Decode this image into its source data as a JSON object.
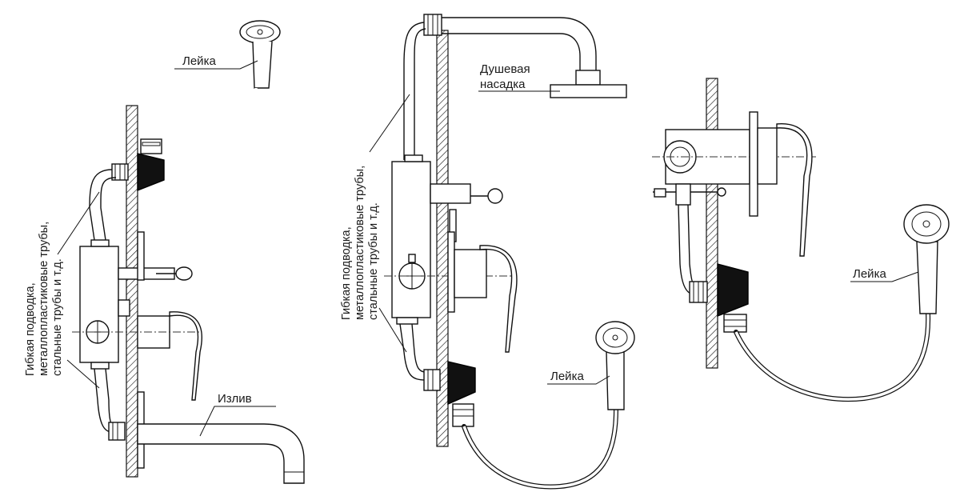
{
  "diagrams": [
    {
      "id": "bath-mixer",
      "labels": {
        "shower_head": "Лейка",
        "spout": "Излив",
        "flexible_supply": [
          "Гибкая подводка,",
          "металлопластиковые трубы,",
          "стальные трубы и т.д."
        ]
      }
    },
    {
      "id": "shower-mixer",
      "labels": {
        "overhead_shower": [
          "Душевая",
          "насадка"
        ],
        "shower_head": "Лейка",
        "flexible_supply": [
          "Гибкая подводка,",
          "металлопластиковые трубы,",
          "стальные трубы и т.д."
        ]
      }
    },
    {
      "id": "single-outlet-mixer",
      "labels": {
        "shower_head": "Лейка"
      }
    }
  ],
  "colors": {
    "line": "#111111",
    "wall_hatch": "#111111",
    "background": "#ffffff"
  }
}
